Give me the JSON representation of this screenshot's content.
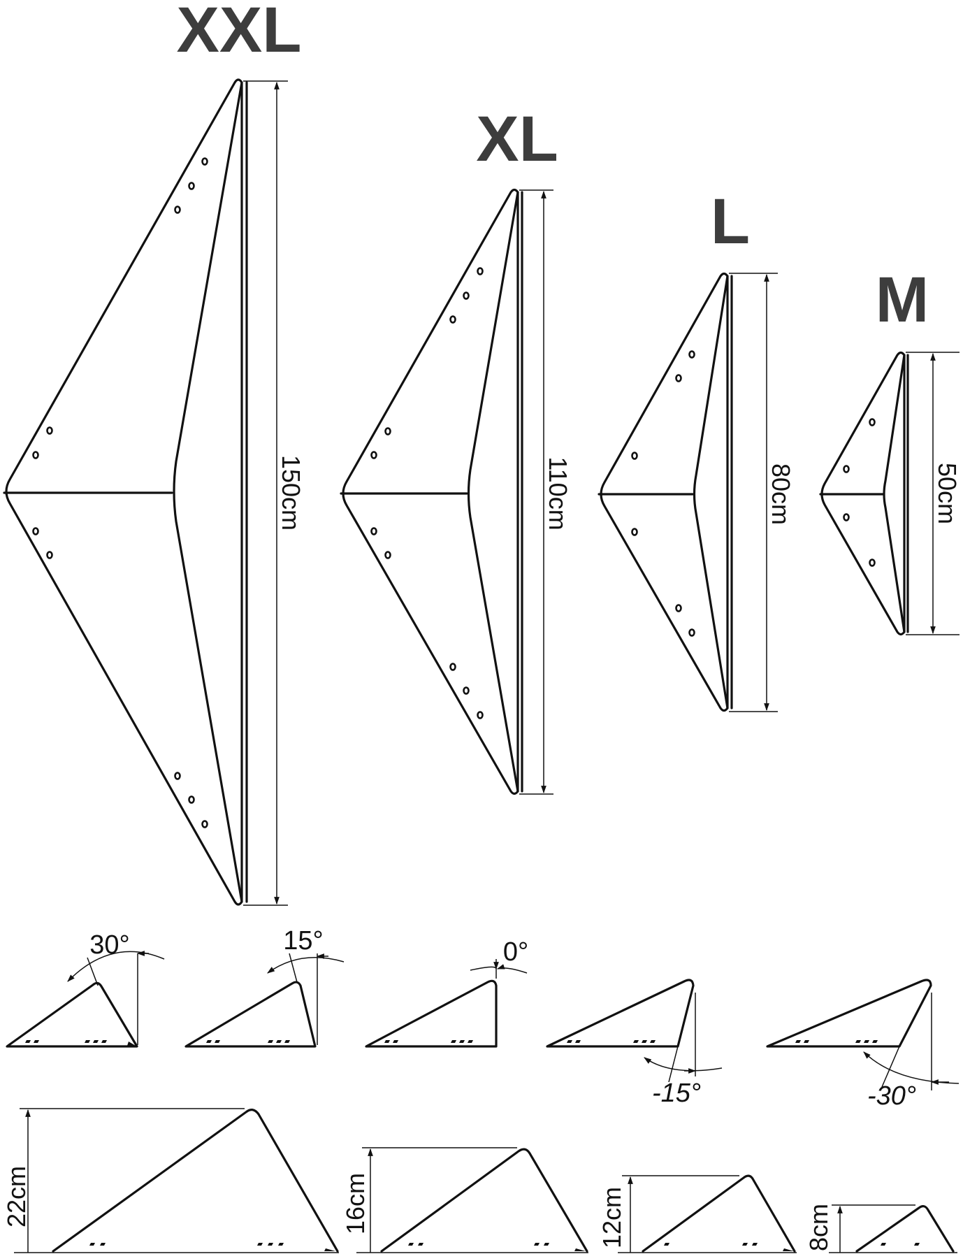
{
  "sizes": [
    {
      "label": "XXL",
      "height": "150cm"
    },
    {
      "label": "XL",
      "height": "110cm"
    },
    {
      "label": "L",
      "height": "80cm"
    },
    {
      "label": "M",
      "height": "50cm"
    }
  ],
  "angles": [
    "30°",
    "15°",
    "0°",
    "-15°",
    "-30°"
  ],
  "depths": [
    "22cm",
    "16cm",
    "12cm",
    "8cm"
  ],
  "colors": {
    "size_label": "#3d3d3d",
    "line": "#111111"
  }
}
